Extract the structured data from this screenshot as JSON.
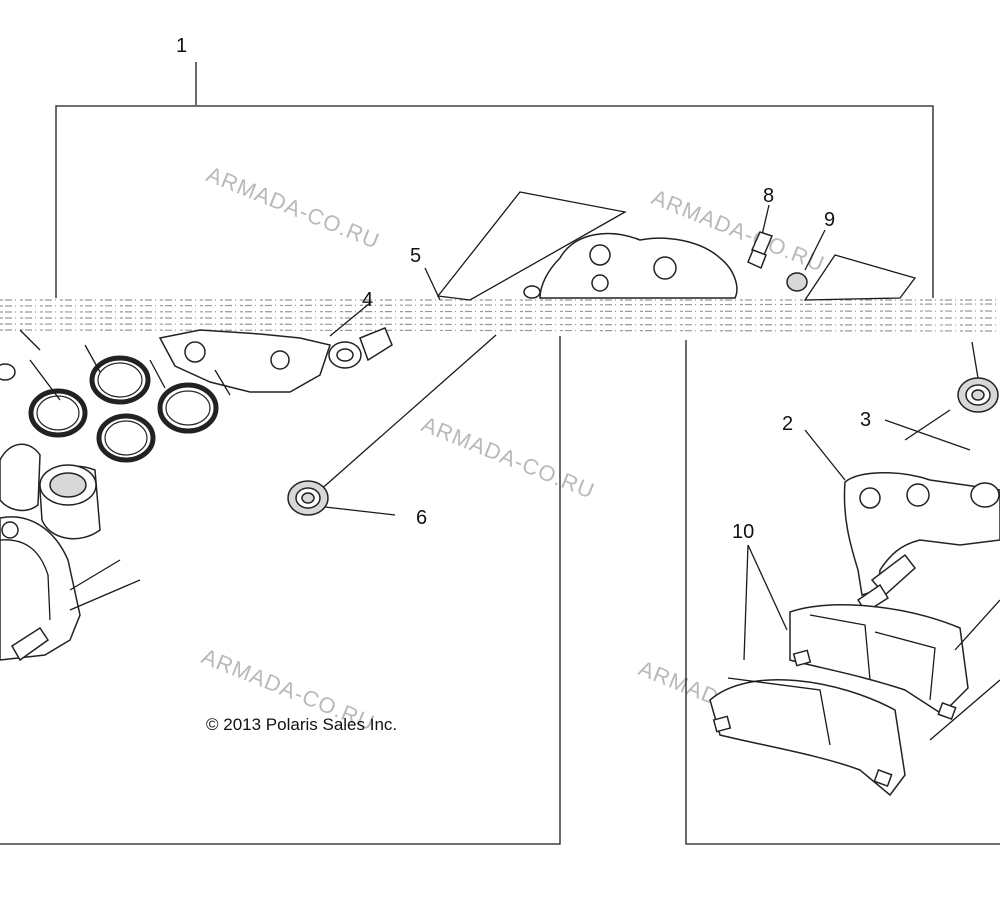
{
  "diagram": {
    "copyright": "© 2013 Polaris Sales Inc.",
    "watermark": "ARMADA-CO.RU",
    "callouts": {
      "c1": "1",
      "c2": "2",
      "c3": "3",
      "c4": "4",
      "c5": "5",
      "c6": "6",
      "c8": "8",
      "c9": "9",
      "c10": "10"
    }
  }
}
